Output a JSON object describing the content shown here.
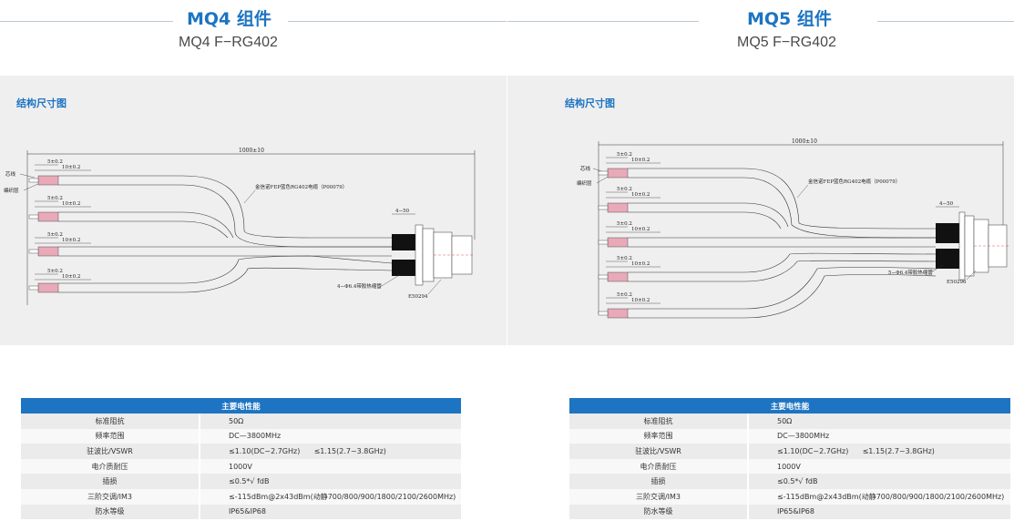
{
  "panels": [
    {
      "title": "MQ4 组件",
      "model": "MQ4 F−RG402",
      "section_label": "结构尺寸图",
      "diagram": {
        "overall_length": "1000±10",
        "strip_a": "5±0.2",
        "strip_b": "10±0.2",
        "core_label": "芯线",
        "braid_label": "编织层",
        "cable_label": "金信诺FEP蓝色RG402电缆（P00079）",
        "boot_length": "4−50",
        "sleeve_label": "4−Φ6.4带胶热缩管",
        "part_no": "E50294"
      },
      "table": {
        "header": "主要电性能",
        "rows": [
          {
            "key": "标准阻抗",
            "value": "50Ω"
          },
          {
            "key": "频率范围",
            "value": "DC—3800MHz"
          },
          {
            "key": "驻波比/VSWR",
            "value": "≤1.10(DC~2.7GHz)      ≤1.15(2.7~3.8GHz)"
          },
          {
            "key": "电介质耐压",
            "value": "1000V"
          },
          {
            "key": "插损",
            "value": "≤0.5*√ fdB"
          },
          {
            "key": "三阶交调/IM3",
            "value": "≤-115dBm@2x43dBm(动静700/800/900/1800/2100/2600MHz)"
          },
          {
            "key": "防水等级",
            "value": "IP65&IP68"
          }
        ]
      }
    },
    {
      "title": "MQ5 组件",
      "model": "MQ5 F−RG402",
      "section_label": "结构尺寸图",
      "diagram": {
        "overall_length": "1000±10",
        "strip_a": "5±0.2",
        "strip_b": "10±0.2",
        "core_label": "芯线",
        "braid_label": "编织层",
        "cable_label": "金信诺FEP蓝色RG402电缆（P00079）",
        "boot_length": "4−50",
        "sleeve_label": "5−Φ6.4带胶热缩管",
        "part_no": "E50296"
      },
      "table": {
        "header": "主要电性能",
        "rows": [
          {
            "key": "标准阻抗",
            "value": "50Ω"
          },
          {
            "key": "频率范围",
            "value": "DC—3800MHz"
          },
          {
            "key": "驻波比/VSWR",
            "value": "≤1.10(DC~2.7GHz)      ≤1.15(2.7~3.8GHz)"
          },
          {
            "key": "电介质耐压",
            "value": "1000V"
          },
          {
            "key": "插损",
            "value": "≤0.5*√ fdB"
          },
          {
            "key": "三阶交调/IM3",
            "value": "≤-115dBm@2x43dBm(动静700/800/900/1800/2100/2600MHz)"
          },
          {
            "key": "防水等级",
            "value": "IP65&IP68"
          }
        ]
      }
    }
  ],
  "colors": {
    "accent": "#1d74c2",
    "braid": "#e8aab8",
    "boot": "#111111",
    "diagram_bg": "#efefef"
  }
}
